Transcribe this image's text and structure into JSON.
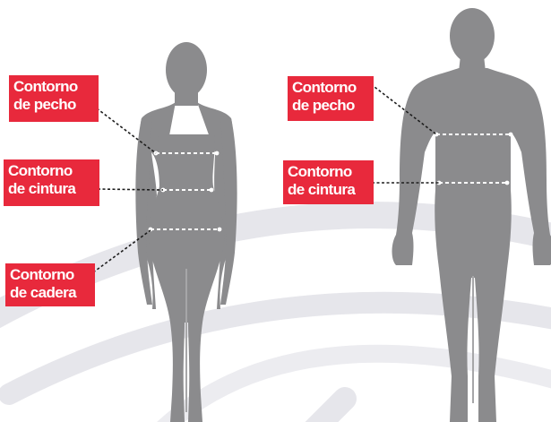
{
  "colors": {
    "label_bg": "#e8293c",
    "silhouette": "#8b8b8d",
    "background_swoosh": "#e4e4e9",
    "guide_line": "#1e1e1e",
    "measure_line": "#ffffff"
  },
  "female": {
    "chest_label": [
      "Contorno",
      "de pecho"
    ],
    "waist_label": [
      "Contorno",
      "de cintura"
    ],
    "hip_label": [
      "Contorno",
      "de cadera"
    ]
  },
  "male": {
    "chest_label": [
      "Contorno",
      "de pecho"
    ],
    "waist_label": [
      "Contorno",
      "de cintura"
    ]
  }
}
